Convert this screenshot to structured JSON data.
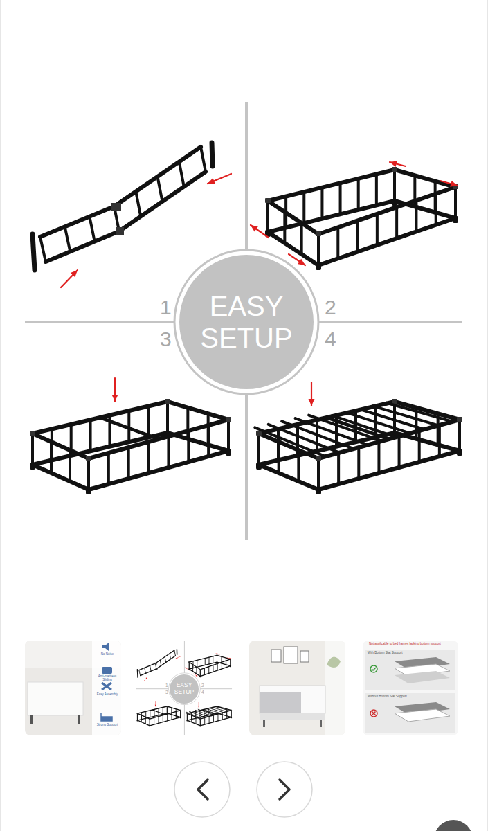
{
  "diagram": {
    "nodes": [
      {
        "text": [
          "EASY SETUP"
        ]
      },
      {
        "text": [
          "EASY SETUP"
        ]
      }
    ],
    "labels": [
      "1",
      "2",
      "3",
      "4",
      "No Noise",
      "Anti-mattress Sliding",
      "Easy Assembly",
      "Strong Support",
      "1",
      "2",
      "3",
      "4",
      "Not applicable to bed frames lacking bottom support",
      "With Bottom Slat Support",
      "Without Bottom Slat Support"
    ]
  }
}
